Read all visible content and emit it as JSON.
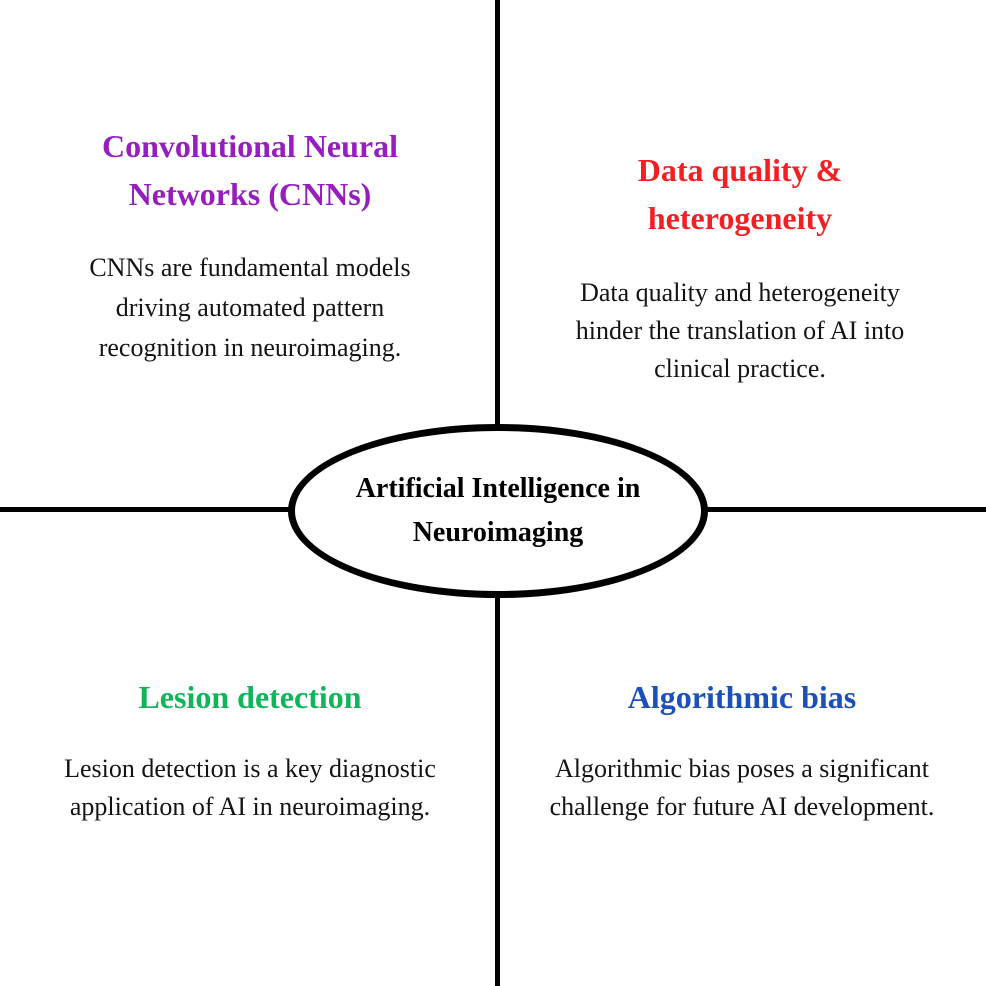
{
  "diagram_title": "Artificial Intelligence in Neuroimaging",
  "center": {
    "label_lines": [
      "Artificial Intelligence in",
      "Neuroimaging"
    ]
  },
  "colors": {
    "tl_heading": "#961EBE",
    "tr_heading": "#F41E23",
    "bl_heading": "#10B45A",
    "br_heading": "#1B50B8",
    "axis_line": "#000000",
    "body_text": "#141414",
    "background": "#FFFFFF"
  },
  "quadrants": [
    {
      "position": "top-left",
      "heading_lines": [
        "Convolutional Neural",
        "Networks (CNNs)"
      ],
      "body_lines": [
        "CNNs are fundamental models",
        "driving automated pattern",
        "recognition in neuroimaging."
      ]
    },
    {
      "position": "top-right",
      "heading_lines": [
        "Data quality &",
        "heterogeneity"
      ],
      "body_lines": [
        "Data quality and heterogeneity",
        "hinder the translation of AI into",
        "clinical practice."
      ]
    },
    {
      "position": "bottom-left",
      "heading_lines": [
        "Lesion detection"
      ],
      "body_lines": [
        "Lesion detection is a key diagnostic",
        "application of AI in neuroimaging."
      ]
    },
    {
      "position": "bottom-right",
      "heading_lines": [
        "Algorithmic bias"
      ],
      "body_lines": [
        "Algorithmic bias poses a significant",
        "challenge for future AI development."
      ]
    }
  ]
}
